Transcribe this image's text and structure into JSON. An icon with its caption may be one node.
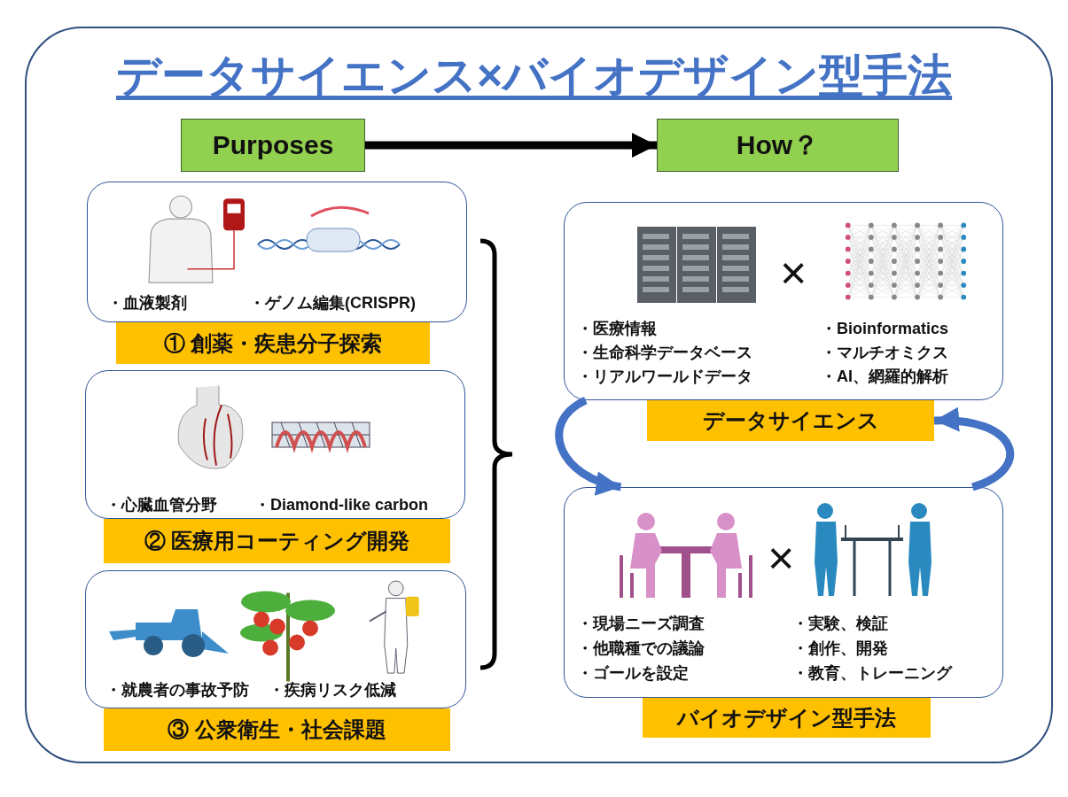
{
  "diagram": {
    "title": "データサイエンス×バイオデザイン型手法",
    "nodes": [
      {
        "text": [
          "Purposes"
        ]
      },
      {
        "text": [
          "How？"
        ]
      },
      {
        "text": [
          "・血液製剤",
          "・ゲノム編集(CRISPR)"
        ]
      },
      {
        "text": [
          "① 創薬・疾患分子探索"
        ]
      },
      {
        "text": [
          "・心臓血管分野",
          "・Diamond-like carbon"
        ]
      },
      {
        "text": [
          "② 医療用コーティング開発"
        ]
      },
      {
        "text": [
          "・就農者の事故予防",
          "・疾病リスク低減"
        ]
      },
      {
        "text": [
          "③ 公衆衛生・社会課題"
        ]
      },
      {
        "text": [
          "・医療情報",
          "・生命科学データベース",
          "・リアルワールドデータ",
          "・Bioinformatics",
          "・マルチオミクス",
          "・AI、網羅的解析"
        ]
      },
      {
        "text": [
          "データサイエンス"
        ]
      },
      {
        "text": [
          "・現場ニーズ調査",
          "・他職種での議論",
          "・ゴールを設定",
          "・実験、検証",
          "・創作、開発",
          "・教育、トレーニング"
        ]
      },
      {
        "text": [
          "バイオデザイン型手法"
        ]
      }
    ],
    "edges": [
      {
        "from": 0,
        "to": 1,
        "arrow": "to",
        "color": "#000000"
      },
      {
        "from": 8,
        "to": 10,
        "arrow": "to"
      },
      {
        "from": 10,
        "to": 9,
        "arrow": "to"
      }
    ],
    "labels": [
      "×",
      "×"
    ]
  }
}
